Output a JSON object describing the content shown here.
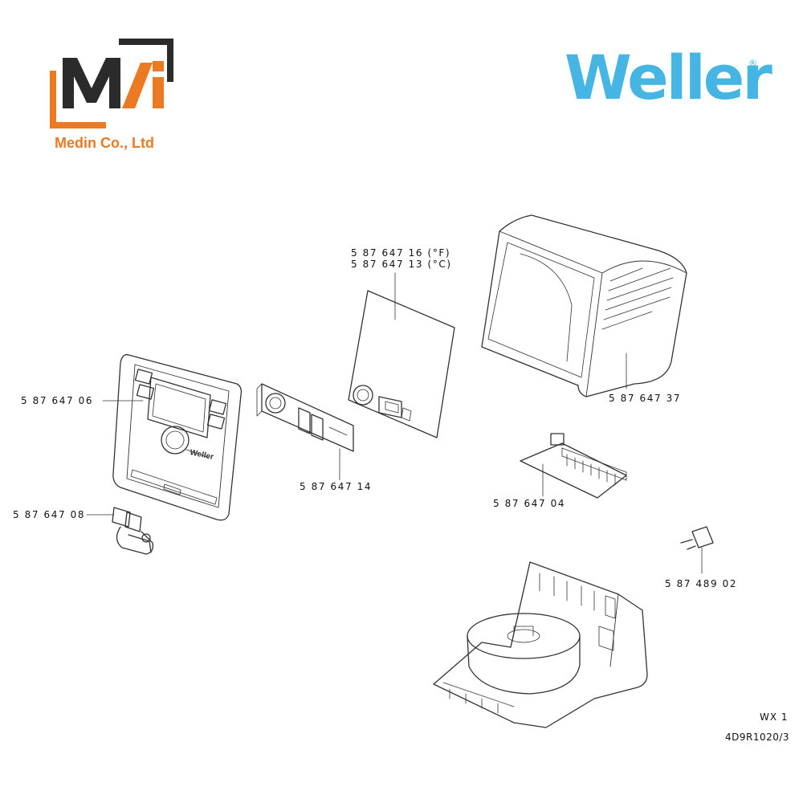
{
  "header": {
    "company_name": "Medin Co., Ltd",
    "brand": "Weller",
    "brand_mark": "®",
    "logo_icon": "medin-mi-logo"
  },
  "colors": {
    "medin_dark": "#2b2b2b",
    "medin_orange": "#ec7a22",
    "weller_blue": "#45b5e4",
    "line": "#333333"
  },
  "parts": {
    "front_panel": "5 87 647 06",
    "front_keys": "5 87 647 08",
    "connector_plate": "5 87 647 14",
    "control_board_f": "5 87 647 16 (°F)",
    "control_board_c": "5 87 647 13 (°C)",
    "housing_cover": "5 87 647 37",
    "power_board": "5 87 647 04",
    "plug_connector": "5 87 489 02"
  },
  "footer": {
    "model": "WX 1",
    "document_ref": "4D9R1020/3"
  }
}
